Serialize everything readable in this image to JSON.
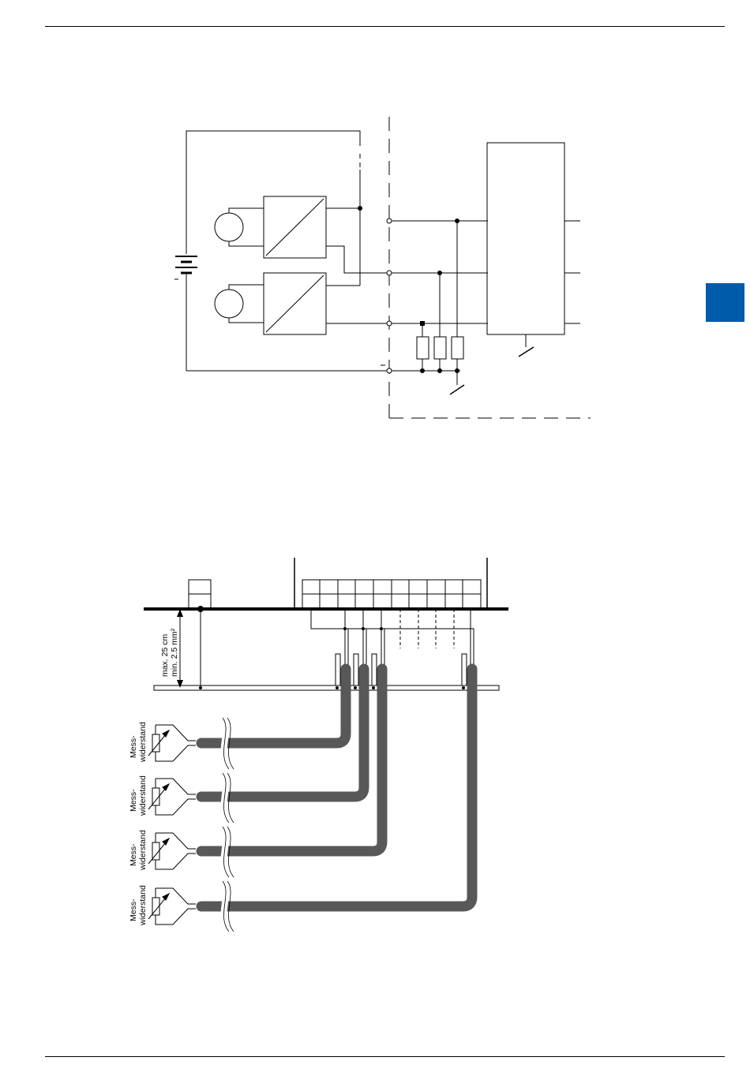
{
  "colors": {
    "tab_accent": "#005bab",
    "line": "#000000",
    "cable": "#585858"
  },
  "diagram_bottom": {
    "distance_label": "max. 25 cm",
    "cross_section_label": "min. 2.5 mm²",
    "sensors": [
      {
        "label_line1": "Mess-",
        "label_line2": "widerstand"
      },
      {
        "label_line1": "Mess-",
        "label_line2": "widerstand"
      },
      {
        "label_line1": "Mess-",
        "label_line2": "widerstand"
      },
      {
        "label_line1": "Mess-",
        "label_line2": "widerstand"
      }
    ]
  }
}
